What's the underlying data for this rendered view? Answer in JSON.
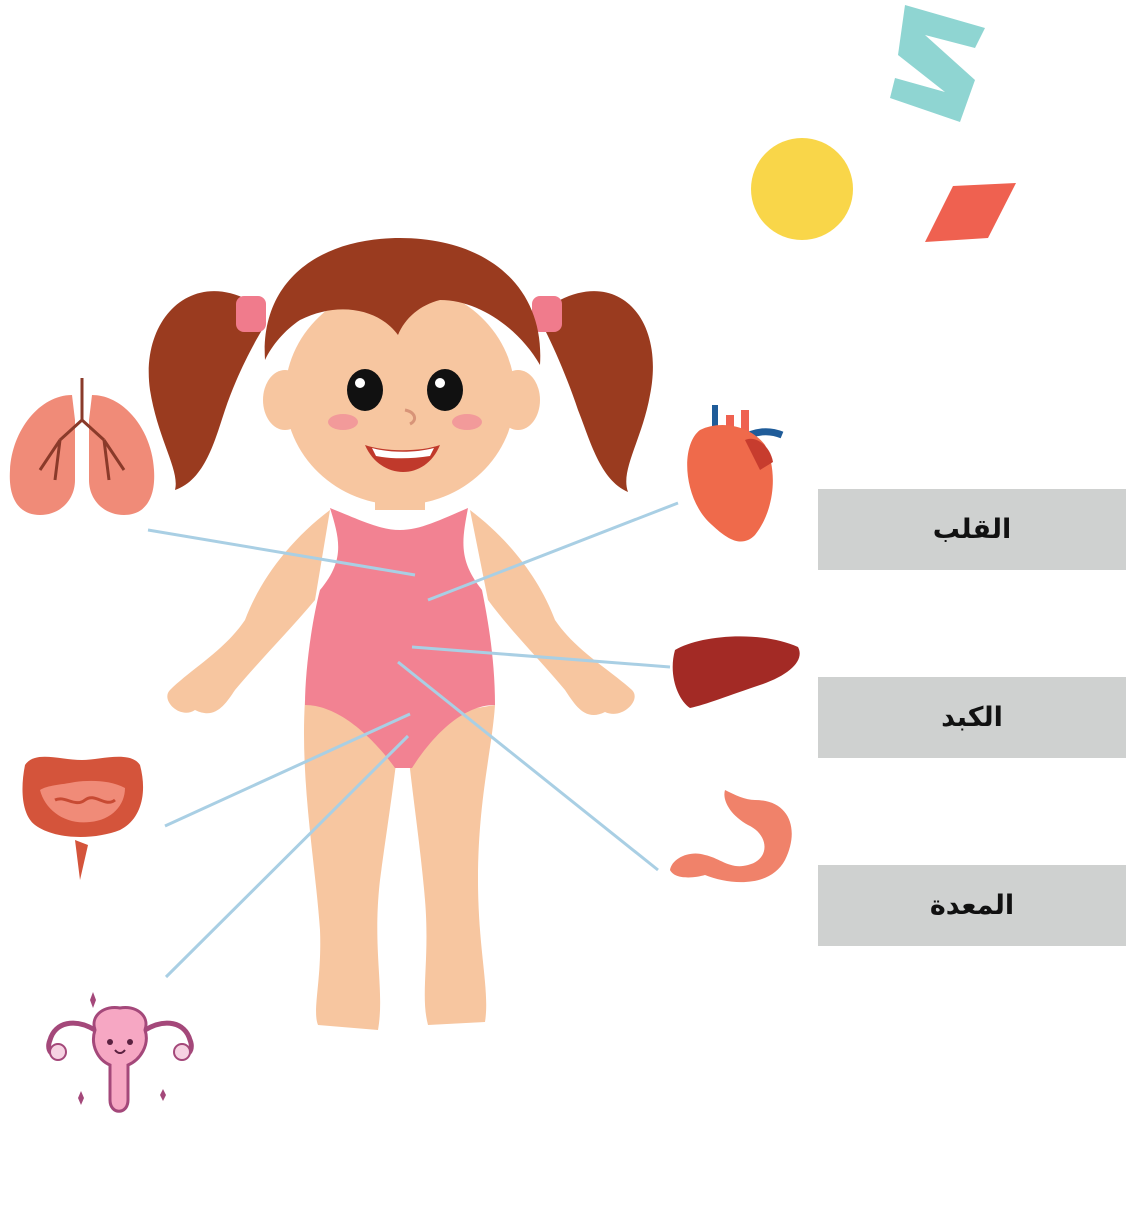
{
  "labels": {
    "heart": "القلب",
    "liver": "الكبد",
    "stomach": "المعدة"
  },
  "colors": {
    "label_bg": "#cfd1d0",
    "connector_line": "#a9cfe4",
    "swimsuit": "#f28292",
    "hair": "#9a3b1f",
    "skin": "#f7c6a0",
    "teal_shape": "#8fd5d2",
    "yellow_circle": "#f9d649",
    "red_shape": "#ef6150"
  },
  "icons": [
    "lungs-icon",
    "heart-icon",
    "liver-icon",
    "intestines-icon",
    "stomach-icon",
    "uterus-icon"
  ]
}
